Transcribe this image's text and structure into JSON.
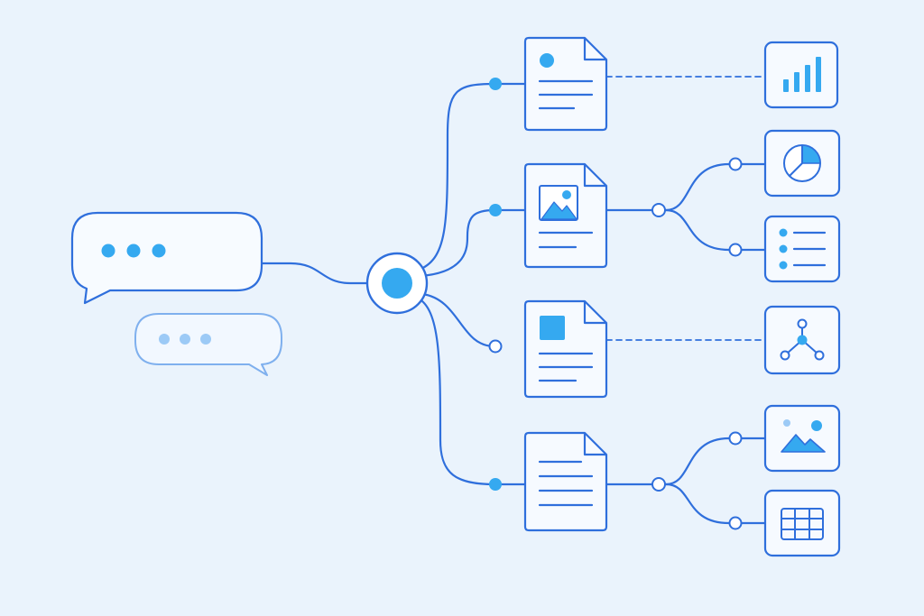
{
  "colors": {
    "background": "#eaf3fc",
    "stroke": "#2f6fdc",
    "accent": "#35a9f0",
    "card_fill": "#f6faff",
    "light_stroke": "#7fb0ee",
    "light_dot": "#9ccaf6"
  },
  "diagram": {
    "chat_bubbles": [
      {
        "name": "primary",
        "icon": "typing-dots-icon"
      },
      {
        "name": "secondary",
        "icon": "typing-dots-icon"
      }
    ],
    "hub": {
      "icon": "hub-node-icon"
    },
    "documents": [
      {
        "name": "doc-text",
        "icon": "document-icon",
        "content": "text"
      },
      {
        "name": "doc-image",
        "icon": "document-icon",
        "content": "image"
      },
      {
        "name": "doc-block",
        "icon": "document-icon",
        "content": "block"
      },
      {
        "name": "doc-lines",
        "icon": "document-icon",
        "content": "lines"
      }
    ],
    "outputs": [
      {
        "name": "bar-chart",
        "icon": "bar-chart-icon"
      },
      {
        "name": "pie-chart",
        "icon": "pie-chart-icon"
      },
      {
        "name": "bullet-list",
        "icon": "bullet-list-icon"
      },
      {
        "name": "network-graph",
        "icon": "network-graph-icon"
      },
      {
        "name": "image",
        "icon": "image-icon"
      },
      {
        "name": "table",
        "icon": "table-icon"
      }
    ]
  }
}
